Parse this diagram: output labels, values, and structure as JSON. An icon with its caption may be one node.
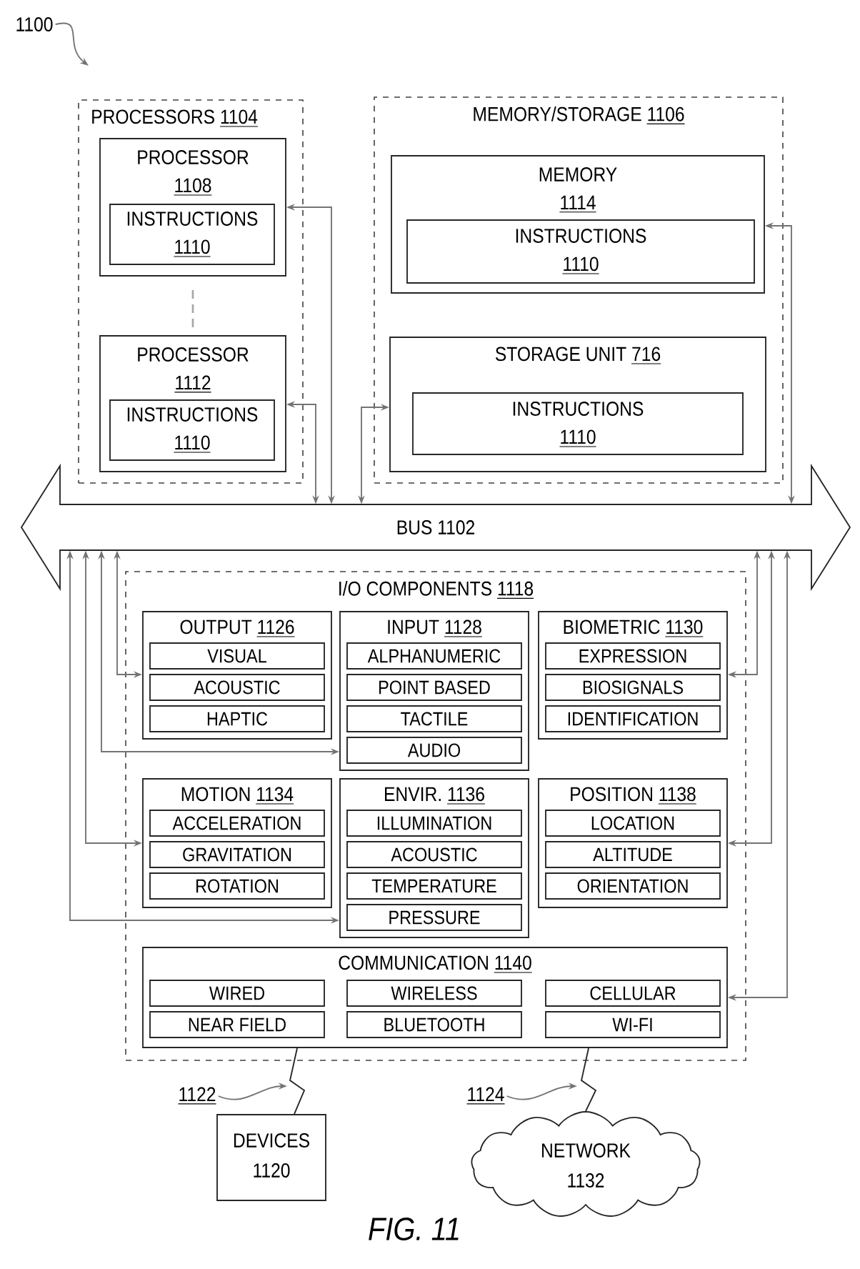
{
  "diagram": {
    "caption": "FIG. 11",
    "nodes": [
      {
        "text": [
          "PROCESSORS",
          "1104"
        ]
      },
      {
        "text": [
          "PROCESSOR",
          "1108"
        ],
        "in": 0
      },
      {
        "text": [
          "INSTRUCTIONS",
          "1110"
        ],
        "in": 1
      },
      {
        "text": [
          "PROCESSOR",
          "1112"
        ],
        "in": 0
      },
      {
        "text": [
          "INSTRUCTIONS",
          "1110"
        ],
        "in": 3
      },
      {
        "text": [
          "MEMORY/STORAGE",
          "1106"
        ]
      },
      {
        "text": [
          "MEMORY",
          "1114"
        ],
        "in": 5
      },
      {
        "text": [
          "INSTRUCTIONS",
          "1110"
        ],
        "in": 6
      },
      {
        "text": [
          "STORAGE UNIT",
          "716"
        ],
        "in": 5
      },
      {
        "text": [
          "INSTRUCTIONS",
          "1110"
        ],
        "in": 8
      },
      {
        "text": [
          "BUS 1102"
        ]
      },
      {
        "text": [
          "I/O COMPONENTS",
          "1118"
        ]
      },
      {
        "text": [
          "OUTPUT",
          "1126"
        ],
        "in": 11
      },
      {
        "text": [
          "VISUAL"
        ],
        "in": 12
      },
      {
        "text": [
          "ACOUSTIC"
        ],
        "in": 12
      },
      {
        "text": [
          "HAPTIC"
        ],
        "in": 12
      },
      {
        "text": [
          "INPUT",
          "1128"
        ],
        "in": 11
      },
      {
        "text": [
          "ALPHANUMERIC"
        ],
        "in": 16
      },
      {
        "text": [
          "POINT BASED"
        ],
        "in": 16
      },
      {
        "text": [
          "TACTILE"
        ],
        "in": 16
      },
      {
        "text": [
          "AUDIO"
        ],
        "in": 16
      },
      {
        "text": [
          "BIOMETRIC",
          "1130"
        ],
        "in": 11
      },
      {
        "text": [
          "EXPRESSION"
        ],
        "in": 21
      },
      {
        "text": [
          "BIOSIGNALS"
        ],
        "in": 21
      },
      {
        "text": [
          "IDENTIFICATION"
        ],
        "in": 21
      },
      {
        "text": [
          "MOTION",
          "1134"
        ],
        "in": 11
      },
      {
        "text": [
          "ACCELERATION"
        ],
        "in": 25
      },
      {
        "text": [
          "GRAVITATION"
        ],
        "in": 25
      },
      {
        "text": [
          "ROTATION"
        ],
        "in": 25
      },
      {
        "text": [
          "ENVIR.",
          "1136"
        ],
        "in": 11
      },
      {
        "text": [
          "ILLUMINATION"
        ],
        "in": 29
      },
      {
        "text": [
          "ACOUSTIC"
        ],
        "in": 29
      },
      {
        "text": [
          "TEMPERATURE"
        ],
        "in": 29
      },
      {
        "text": [
          "PRESSURE"
        ],
        "in": 29
      },
      {
        "text": [
          "POSITION",
          "1138"
        ],
        "in": 11
      },
      {
        "text": [
          "LOCATION"
        ],
        "in": 34
      },
      {
        "text": [
          "ALTITUDE"
        ],
        "in": 34
      },
      {
        "text": [
          "ORIENTATION"
        ],
        "in": 34
      },
      {
        "text": [
          "COMMUNICATION",
          "1140"
        ],
        "in": 11
      },
      {
        "text": [
          "WIRED"
        ],
        "in": 38
      },
      {
        "text": [
          "WIRELESS"
        ],
        "in": 38
      },
      {
        "text": [
          "CELLULAR"
        ],
        "in": 38
      },
      {
        "text": [
          "NEAR FIELD"
        ],
        "in": 38
      },
      {
        "text": [
          "BLUETOOTH"
        ],
        "in": 38
      },
      {
        "text": [
          "WI-FI"
        ],
        "in": 38
      },
      {
        "text": [
          "DEVICES",
          "1120"
        ]
      },
      {
        "text": [
          "NETWORK",
          "1132"
        ]
      },
      {
        "text": [
          "1100"
        ]
      },
      {
        "text": [
          "1122"
        ]
      },
      {
        "text": [
          "1124"
        ]
      }
    ],
    "edges": [
      {
        "from": 1,
        "to": 10,
        "arrow": "both"
      },
      {
        "from": 3,
        "to": 10,
        "arrow": "both"
      },
      {
        "from": 8,
        "to": 10,
        "arrow": "both"
      },
      {
        "from": 6,
        "to": 10,
        "arrow": "both"
      },
      {
        "from": 10,
        "to": 12,
        "arrow": "both"
      },
      {
        "from": 10,
        "to": 16,
        "arrow": "both"
      },
      {
        "from": 10,
        "to": 25,
        "arrow": "both"
      },
      {
        "from": 10,
        "to": 29,
        "arrow": "both"
      },
      {
        "from": 10,
        "to": 21,
        "arrow": "both"
      },
      {
        "from": 10,
        "to": 34,
        "arrow": "both"
      },
      {
        "from": 10,
        "to": 38,
        "arrow": "both"
      },
      {
        "from": 38,
        "to": 45,
        "arrow": "none"
      },
      {
        "from": 38,
        "to": 46,
        "arrow": "none"
      },
      {
        "from": 47,
        "to": null,
        "arrow": "to"
      },
      {
        "from": 48,
        "to": null,
        "arrow": "to"
      },
      {
        "from": 49,
        "to": null,
        "arrow": "to"
      }
    ]
  }
}
